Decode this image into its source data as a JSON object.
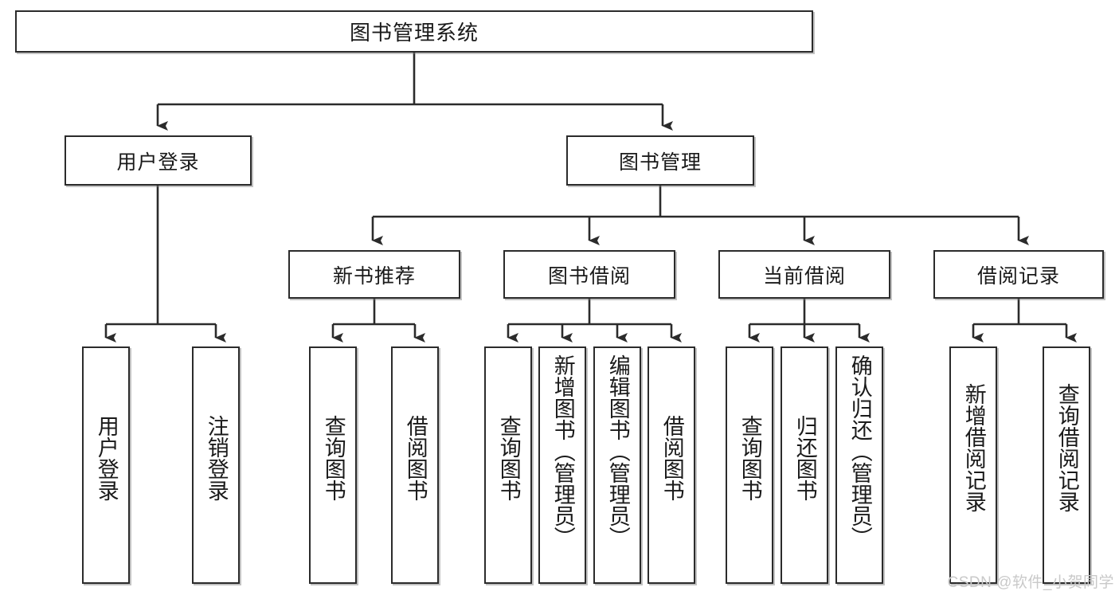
{
  "diagram": {
    "type": "tree",
    "title": "图书管理系统",
    "root": {
      "id": "root",
      "label": "图书管理系统"
    },
    "level2": [
      {
        "id": "user-login",
        "label": "用户登录"
      },
      {
        "id": "book-manage",
        "label": "图书管理"
      }
    ],
    "level3": [
      {
        "id": "new-book-recommend",
        "label": "新书推荐"
      },
      {
        "id": "book-borrow",
        "label": "图书借阅"
      },
      {
        "id": "current-borrow",
        "label": "当前借阅"
      },
      {
        "id": "borrow-record",
        "label": "借阅记录"
      }
    ],
    "leaves": {
      "user_login": [
        {
          "id": "leaf-user-login",
          "label": "用户登录"
        },
        {
          "id": "leaf-logout",
          "label": "注销登录"
        }
      ],
      "new_book_recommend": [
        {
          "id": "leaf-query-book-1",
          "label": "查询图书"
        },
        {
          "id": "leaf-borrow-book-1",
          "label": "借阅图书"
        }
      ],
      "book_borrow": [
        {
          "id": "leaf-query-book-2",
          "label": "查询图书"
        },
        {
          "id": "leaf-add-book",
          "label": "新增图书（管理员）"
        },
        {
          "id": "leaf-edit-book",
          "label": "编辑图书（管理员）"
        },
        {
          "id": "leaf-borrow-book-2",
          "label": "借阅图书"
        }
      ],
      "current_borrow": [
        {
          "id": "leaf-query-book-3",
          "label": "查询图书"
        },
        {
          "id": "leaf-return-book",
          "label": "归还图书"
        },
        {
          "id": "leaf-confirm-return",
          "label": "确认归还（管理员）"
        }
      ],
      "borrow_record": [
        {
          "id": "leaf-add-record",
          "label": "新增借阅记录"
        },
        {
          "id": "leaf-query-record",
          "label": "查询借阅记录"
        }
      ]
    }
  },
  "watermark": {
    "text": "CSDN @软件_小贺同学"
  },
  "colors": {
    "box_border": "#2b2b2b",
    "box_fill": "#ffffff",
    "line": "#2b2b2b",
    "text": "#1a1a1a",
    "watermark": "#c9c9c9",
    "page_bg": "#ffffff"
  }
}
